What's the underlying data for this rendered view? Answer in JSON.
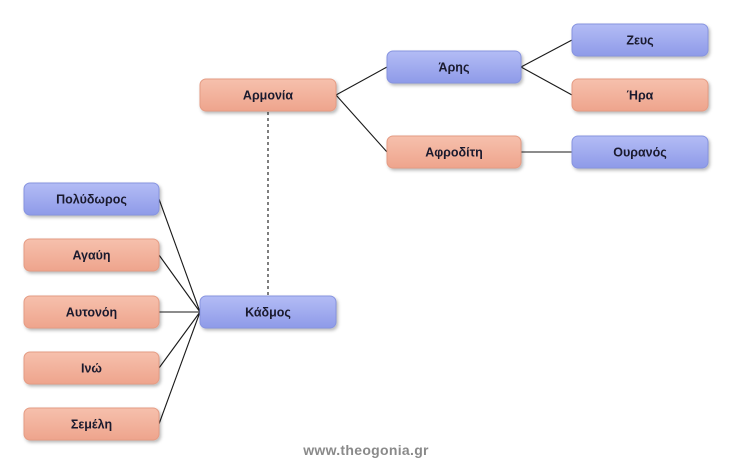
{
  "colors": {
    "male": "#9ba7ee",
    "female": "#f2ae98",
    "male_border": "#8794e0",
    "female_border": "#e59c84"
  },
  "nodes": {
    "zeus": "Ζευς",
    "hera": "Ήρα",
    "ares": "Άρης",
    "aphrodite": "Αφροδίτη",
    "ouranos": "Ουρανός",
    "harmonia": "Αρμονία",
    "kadmos": "Κάδμος",
    "polydoros": "Πολύδωρος",
    "agave": "Αγαύη",
    "autonoe": "Αυτονόη",
    "ino": "Ινώ",
    "semele": "Σεμέλη"
  },
  "watermark": "www.theogonia.gr"
}
